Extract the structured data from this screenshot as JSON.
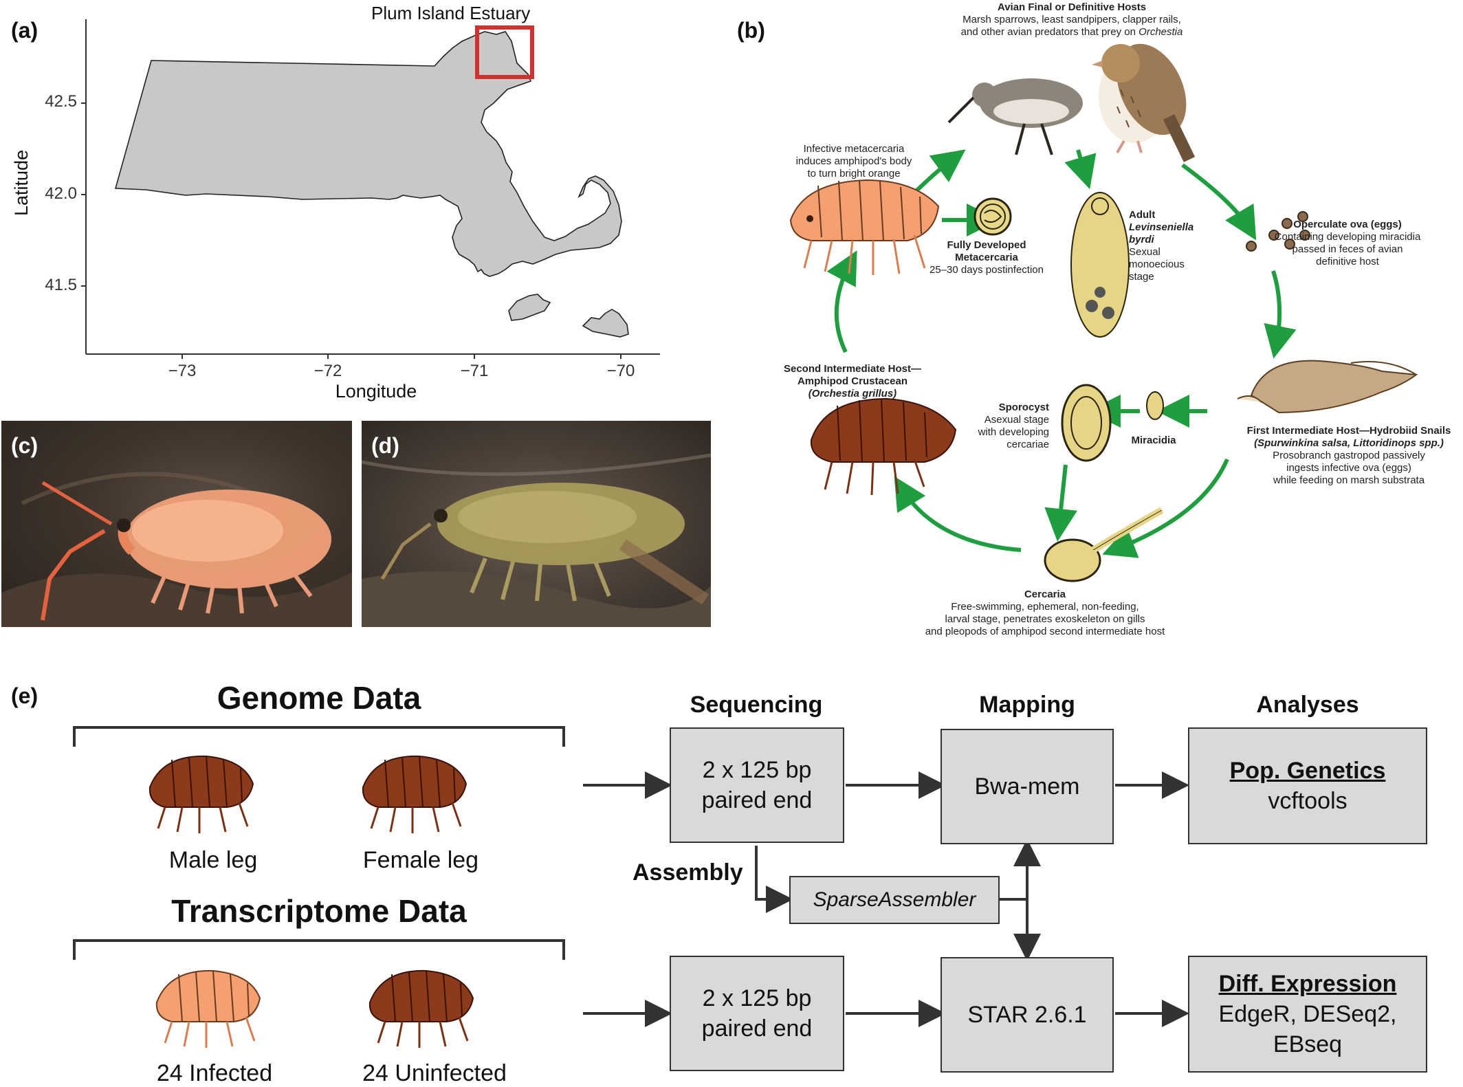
{
  "panels": {
    "a": "(a)",
    "b": "(b)",
    "c": "(c)",
    "d": "(d)",
    "e": "(e)"
  },
  "map": {
    "title": "Plum Island Estuary",
    "xlabel": "Longitude",
    "ylabel": "Latitude",
    "xticks": [
      "−73",
      "−72",
      "−71",
      "−70"
    ],
    "yticks": [
      "42.5",
      "42.0",
      "41.5"
    ],
    "colors": {
      "land": "#c8c8c8",
      "highlight": "#d32f2f"
    }
  },
  "lifecycle": {
    "avian_title": "Avian Final or Definitive Hosts",
    "avian_l1": "Marsh sparrows, least sandpipers, clapper rails,",
    "avian_l2": "and other avian predators that prey on",
    "avian_l2_italic": "Orchestia",
    "infective_l1": "Infective metacercaria",
    "infective_l2": "induces amphipod's body",
    "infective_l3": "to turn bright orange",
    "adult_l1": "Adult",
    "adult_l2": "Levinseniella",
    "adult_l3": "byrdi",
    "adult_l4": "Sexual",
    "adult_l5": "monoecious",
    "adult_l6": "stage",
    "meta_l1": "Fully Developed",
    "meta_l2": "Metacercaria",
    "meta_l3": "25–30 days postinfection",
    "ova_l1": "Operculate ova (eggs)",
    "ova_l2": "Containing developing miracidia",
    "ova_l3": "passed in feces of avian",
    "ova_l4": "definitive host",
    "second_l1": "Second Intermediate Host—",
    "second_l2": "Amphipod Crustacean",
    "second_l3": "(Orchestia grillus)",
    "sporo_l1": "Sporocyst",
    "sporo_l2": "Asexual stage",
    "sporo_l3": "with developing",
    "sporo_l4": "cercariae",
    "miracidia": "Miracidia",
    "first_l1": "First Intermediate Host—Hydrobiid Snails",
    "first_l2": "(Spurwinkina salsa, Littoridinops spp.)",
    "first_l3": "Prosobranch gastropod passively",
    "first_l4": "ingests infective ova (eggs)",
    "first_l5": "while feeding on marsh substrata",
    "cerc_l1": "Cercaria",
    "cerc_l2": "Free-swimming, ephemeral, non-feeding,",
    "cerc_l3": "larval stage, penetrates exoskeleton on gills",
    "cerc_l4": "and pleopods of amphipod second intermediate host",
    "colors": {
      "arrow": "#1e9e3e"
    }
  },
  "workflow": {
    "genome_title": "Genome Data",
    "transcriptome_title": "Transcriptome Data",
    "male": "Male leg",
    "female": "Female leg",
    "infected": "24 Infected",
    "uninfected": "24 Uninfected",
    "sequencing": "Sequencing",
    "mapping": "Mapping",
    "analyses": "Analyses",
    "seq_l1": "2 x 125 bp",
    "seq_l2": "paired end",
    "bwa": "Bwa-mem",
    "popgen": "Pop. Genetics",
    "vcftools": "vcftools",
    "assembly": "Assembly",
    "sparse": "SparseAssembler",
    "star": "STAR 2.6.1",
    "diffexp": "Diff. Expression",
    "diff_l2": "EdgeR, DESeq2,",
    "diff_l3": "EBseq",
    "colors": {
      "box": "#d9d9d9",
      "amphipod_brown": "#8b3a1c",
      "amphipod_orange": "#f4a070"
    }
  }
}
